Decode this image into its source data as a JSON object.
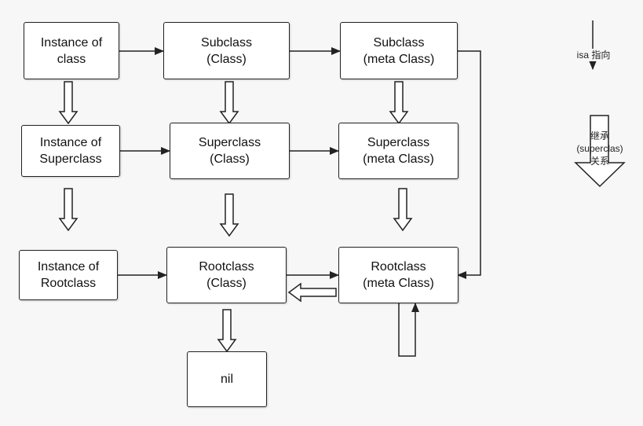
{
  "nodes": {
    "instance_class": "Instance of\nclass",
    "subclass_class": "Subclass\n(Class)",
    "subclass_meta": "Subclass\n(meta Class)",
    "instance_superclass": "Instance of\nSuperclass",
    "superclass_class": "Superclass\n(Class)",
    "superclass_meta": "Superclass\n(meta Class)",
    "instance_rootclass": "Instance of\nRootclass",
    "rootclass_class": "Rootclass\n(Class)",
    "rootclass_meta": "Rootclass\n(meta Class)",
    "nil": "nil"
  },
  "legend": {
    "isa": "isa 指向",
    "inherit": "继承\n(superclas)\n关系"
  },
  "colors": {
    "line": "#222222",
    "box_fill": "#ffffff",
    "background": "#f7f7f7"
  }
}
